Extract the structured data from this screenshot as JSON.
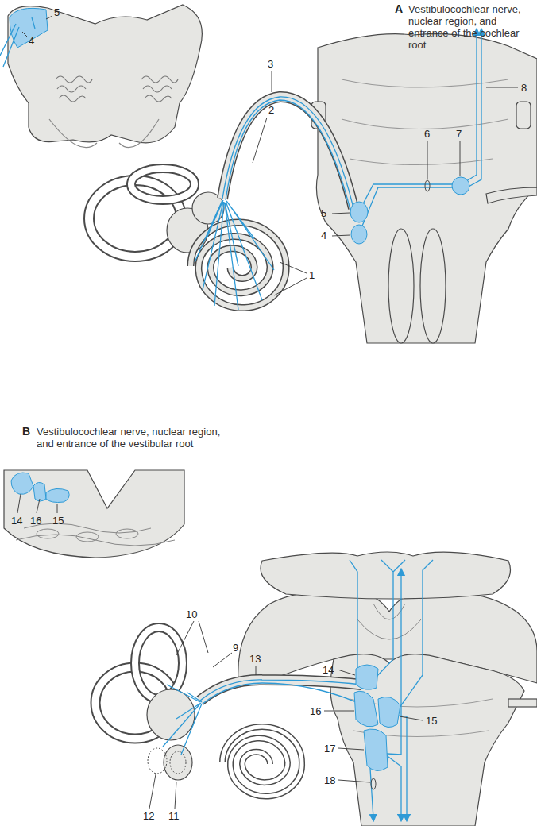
{
  "diagram": {
    "labels": [
      "A",
      "Vestibulocochlear nerve, nuclear region, and entrance of the cochlear root",
      "5",
      "4",
      "8",
      "6",
      "7",
      "3",
      "2",
      "5",
      "4",
      "1",
      "B",
      "Vestibulocochlear nerve, nuclear region, and entrance of the vestibular root",
      "14",
      "16",
      "15",
      "13",
      "14",
      "16",
      "15",
      "17",
      "18",
      "10",
      "9",
      "12",
      "11"
    ]
  }
}
